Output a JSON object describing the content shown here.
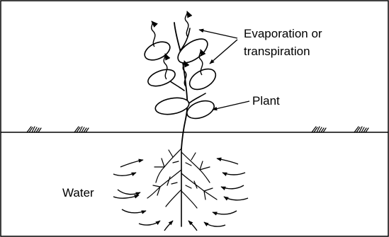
{
  "labels": {
    "evaporation_line1": "Evaporation or",
    "evaporation_line2": "transpiration",
    "plant": "Plant",
    "water": "Water"
  }
}
